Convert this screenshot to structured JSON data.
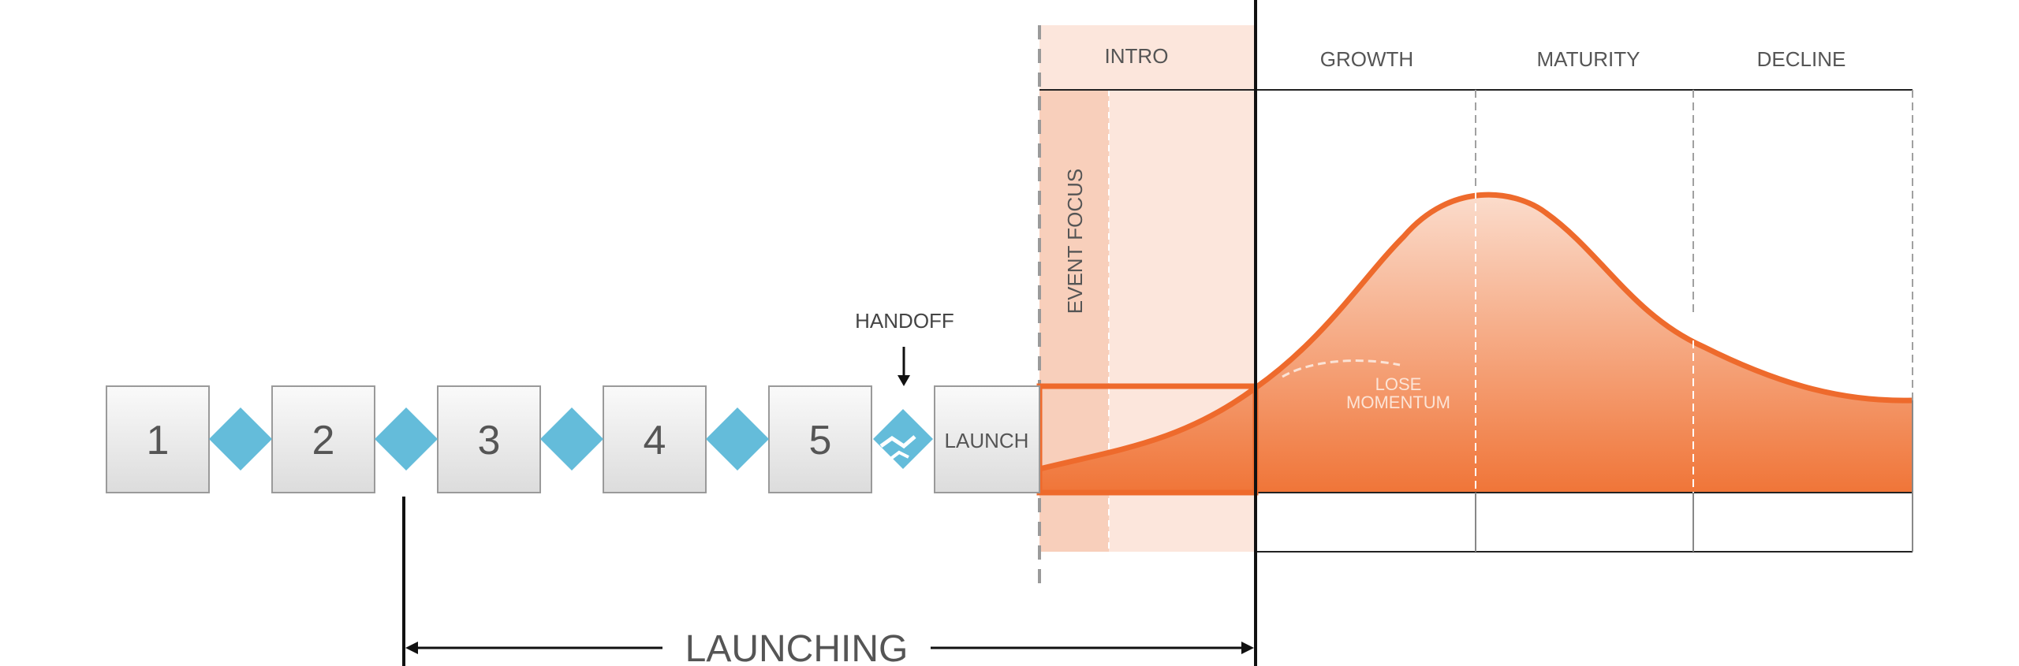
{
  "stages": [
    {
      "label": "1"
    },
    {
      "label": "2"
    },
    {
      "label": "3"
    },
    {
      "label": "4"
    },
    {
      "label": "5"
    }
  ],
  "launch_box": {
    "label": "LAUNCH"
  },
  "handoff": {
    "label": "HANDOFF"
  },
  "phases": {
    "intro": "INTRO",
    "growth": "GROWTH",
    "maturity": "MATURITY",
    "decline": "DECLINE"
  },
  "event_focus": {
    "label": "EVENT FOCUS"
  },
  "lose_momentum": {
    "line1": "LOSE",
    "line2": "MOMENTUM"
  },
  "launching": {
    "label": "LAUNCHING"
  },
  "colors": {
    "stage_diamond": "#64bcda",
    "curve_stroke": "#ee6a2c",
    "intro_band": "#fce6dc",
    "event_focus_band": "#f8cfbb",
    "curve_fill_top": "#fbd9c8",
    "curve_fill_bottom": "#f07436",
    "stage_box_fill_top": "#fafafa",
    "stage_box_fill_bottom": "#dedede",
    "text": "#555555"
  }
}
